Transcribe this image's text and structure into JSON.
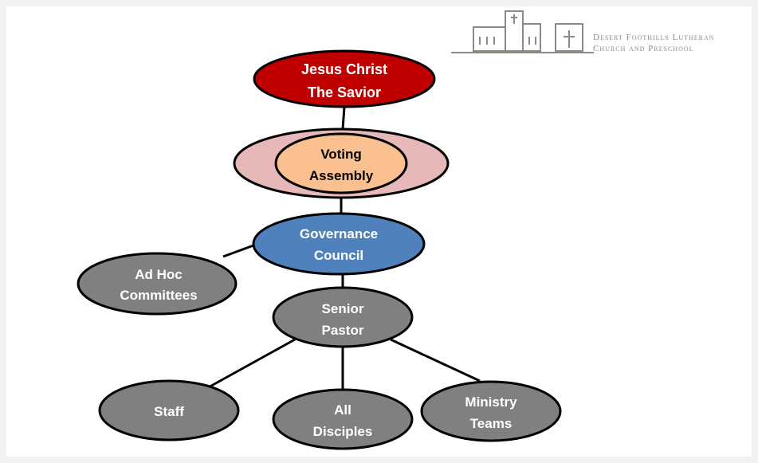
{
  "logo": {
    "line1": "Desert Foothills Lutheran",
    "line2": "Church and Preschool"
  },
  "nodes": {
    "jesus": {
      "line1": "Jesus Christ",
      "line2": "The Savior"
    },
    "voting": {
      "line1": "Voting",
      "line2": "Assembly"
    },
    "governance": {
      "line1": "Governance",
      "line2": "Council"
    },
    "adhoc": {
      "line1": "Ad Hoc",
      "line2": "Committees"
    },
    "pastor": {
      "line1": "Senior",
      "line2": "Pastor"
    },
    "staff": {
      "line1": "Staff"
    },
    "disciples": {
      "line1": "All",
      "line2": "Disciples"
    },
    "ministry": {
      "line1": "Ministry",
      "line2": "Teams"
    }
  },
  "colors": {
    "jesus": "#c00000",
    "voting_outer": "#e6b8b7",
    "voting_inner": "#fac090",
    "governance": "#4f81bd",
    "gray_node": "#808080",
    "outline": "#000000"
  }
}
